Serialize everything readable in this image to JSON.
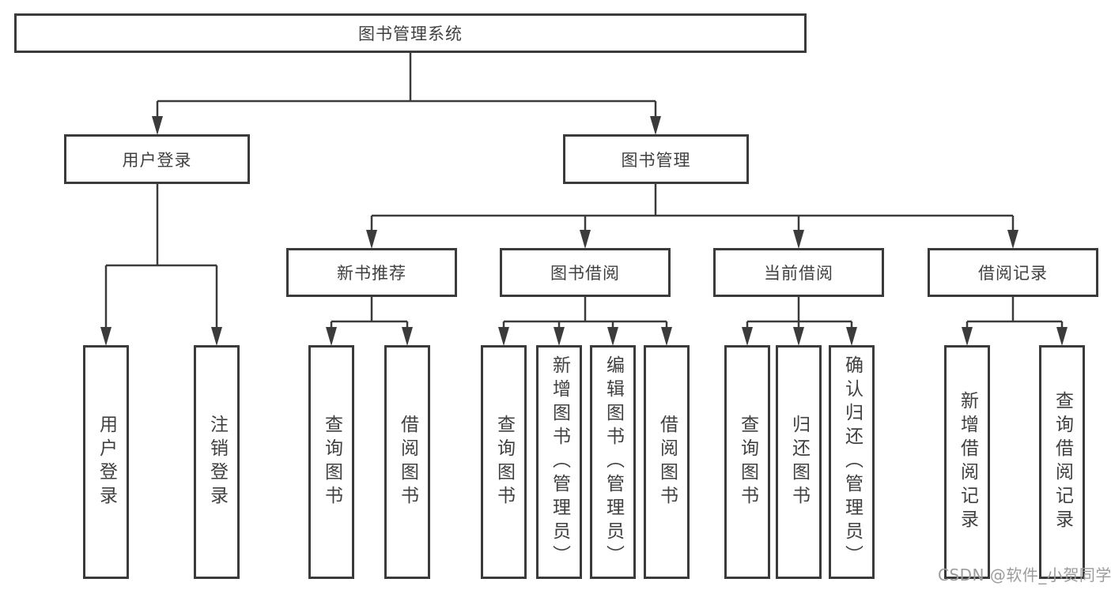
{
  "colors": {
    "line": "#3b3b3b",
    "box_border": "#3b3b3b",
    "text": "#404040",
    "watermark": "#9c9c9c",
    "background": "#ffffff"
  },
  "watermark": {
    "text": "CSDN @软件_小贺同学"
  },
  "tree": {
    "root": "图书管理系统",
    "branches": [
      {
        "label": "用户登录",
        "children": [
          "用户登录",
          "注销登录"
        ]
      },
      {
        "label": "图书管理",
        "children": [
          {
            "label": "新书推荐",
            "children": [
              "查询图书",
              "借阅图书"
            ]
          },
          {
            "label": "图书借阅",
            "children": [
              "查询图书",
              "新增图书（管理员）",
              "编辑图书（管理员）",
              "借阅图书"
            ]
          },
          {
            "label": "当前借阅",
            "children": [
              "查询图书",
              "归还图书",
              "确认归还（管理员）"
            ]
          },
          {
            "label": "借阅记录",
            "children": [
              "新增借阅记录",
              "查询借阅记录"
            ]
          }
        ]
      }
    ]
  }
}
